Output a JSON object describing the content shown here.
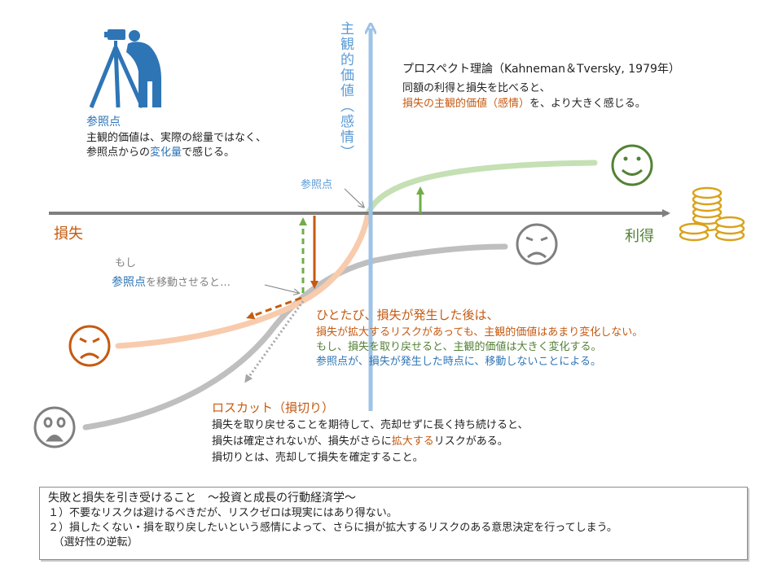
{
  "axes": {
    "y_label": "主観的価値（感情）",
    "x_left_label": "損失",
    "x_right_label": "利得"
  },
  "reference_point": {
    "title": "参照点",
    "line1": "主観的価値は、実際の総量ではなく、",
    "line2_prefix": "参照点からの",
    "line2_highlight": "変化量",
    "line2_suffix": "で感じる。",
    "origin_label": "参照点"
  },
  "prospect": {
    "title": "プロスペクト理論（Kahneman＆Tversky, 1979年）",
    "line1": "同額の利得と損失を比べると、",
    "line2_highlight": "損失の主観的価値（感情）",
    "line2_suffix": "を、より大きく感じる。"
  },
  "move_note": {
    "line1": "もし",
    "line2_highlight": "参照点",
    "line2_suffix": "を移動させると…"
  },
  "after_loss": {
    "title": "ひとたび、損失が発生した後は、",
    "line1": "損失が拡大するリスクがあっても、主観的価値はあまり変化しない。",
    "line2": "もし、損失を取り戻せると、主観的価値は大きく変化する。",
    "line3": "参照点が、損失が発生した時点に、移動しないことによる。"
  },
  "stop_loss": {
    "title": "ロスカット（損切り）",
    "line1": "損失を取り戻せることを期待して、売却せずに長く持ち続けると、",
    "line2_prefix": "損失は確定されないが、損失がさらに",
    "line2_highlight": "拡大する",
    "line2_suffix": "リスクがある。",
    "line3": "損切りとは、売却して損失を確定すること。"
  },
  "summary": {
    "title": "失敗と損失を引き受けること　～投資と成長の行動経済学～",
    "line1": "１）不要なリスクは避けるべきだが、リスクゼロは現実にはあり得ない。",
    "line2": "２）損したくない・損を取り戻したいという感情によって、さらに損が拡大するリスクのある意思決定を行ってしまう。",
    "line3": "　（選好性の逆転）"
  },
  "colors": {
    "axis_gray": "#7f7f7f",
    "y_axis_blue": "#9dc3e6",
    "gain_curve": "#c5e0b4",
    "loss_curve": "#f8cbad",
    "shifted_curve": "#bfbfbf",
    "orange": "#c55a11",
    "green": "#538135",
    "blue": "#2e75b6",
    "coins": "#d9a21b",
    "surveyor": "#2e75b6"
  },
  "icons": [
    "surveyor-icon",
    "happy-face-icon",
    "sad-face-icon",
    "crying-face-icon",
    "shocked-face-icon",
    "coin-stack-icon"
  ]
}
